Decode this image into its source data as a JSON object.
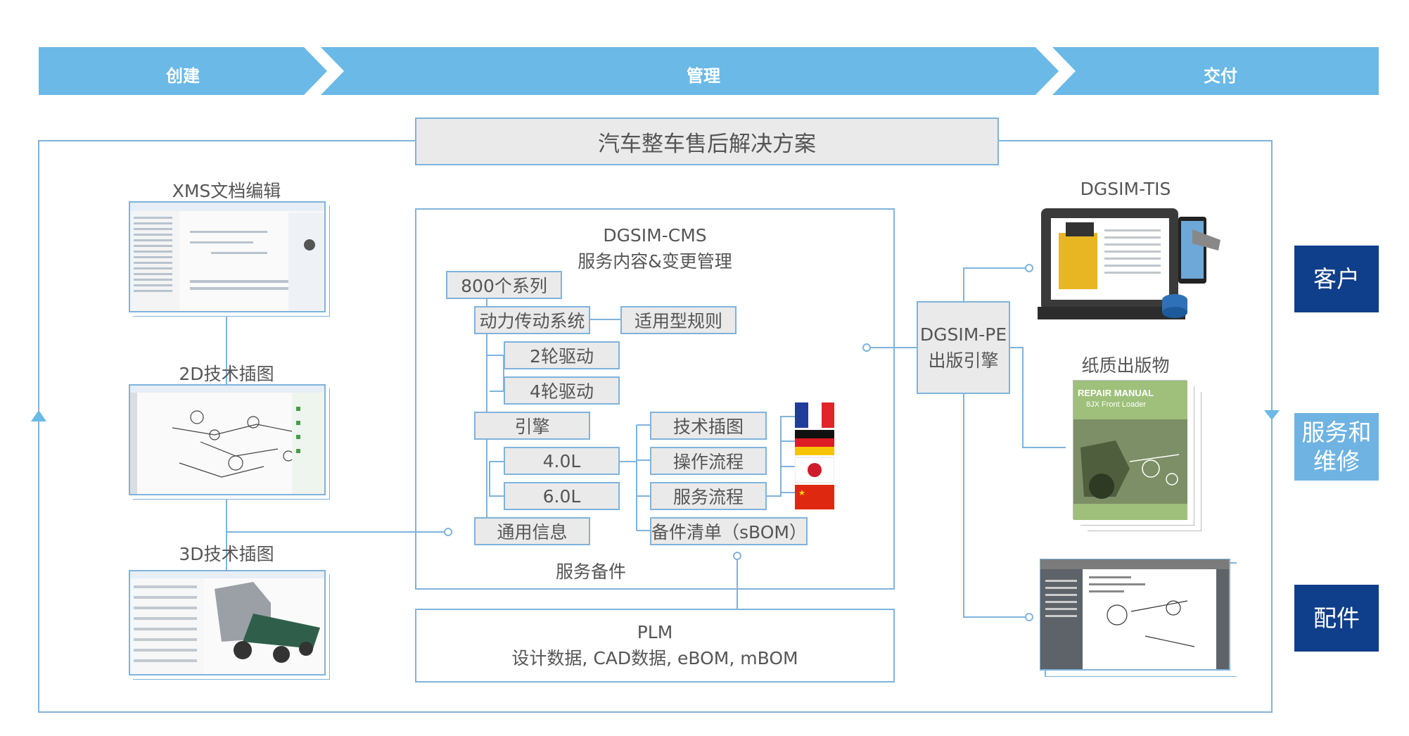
{
  "stages": [
    "创建",
    "管理",
    "交付"
  ],
  "title": "汽车整车售后解决方案",
  "left": {
    "xms": "XMS文档编辑",
    "tech2d": "2D技术插图",
    "tech3d": "3D技术插图"
  },
  "cms": {
    "title_line1": "DGSIM-CMS",
    "title_line2": "服务内容&变更管理",
    "series": "800个系列",
    "powertrain": "动力传动系统",
    "rules": "适用型规则",
    "drive2": "2轮驱动",
    "drive4": "4轮驱动",
    "engine": "引擎",
    "l40": "4.0L",
    "l60": "6.0L",
    "general": "通用信息",
    "illus": "技术插图",
    "ops": "操作流程",
    "service": "服务流程",
    "sbom": "备件清单（sBOM）",
    "parts": "服务备件"
  },
  "plm": {
    "line1": "PLM",
    "line2": "设计数据, CAD数据, eBOM, mBOM"
  },
  "pe": {
    "line1": "DGSIM-PE",
    "line2": "出版引擎"
  },
  "right": {
    "tis": "DGSIM-TIS",
    "paper": "纸质出版物",
    "manual_title": "REPAIR MANUAL",
    "manual_sub": "8JX Front Loader"
  },
  "side": {
    "customer": "客户",
    "service1": "服务和",
    "service2": "维修",
    "parts": "配件"
  },
  "colors": {
    "arrow": "#6ab9e6",
    "frame": "#7fb3db",
    "navy": "#0f3e8a",
    "light_blue": "#6fb3e3"
  }
}
